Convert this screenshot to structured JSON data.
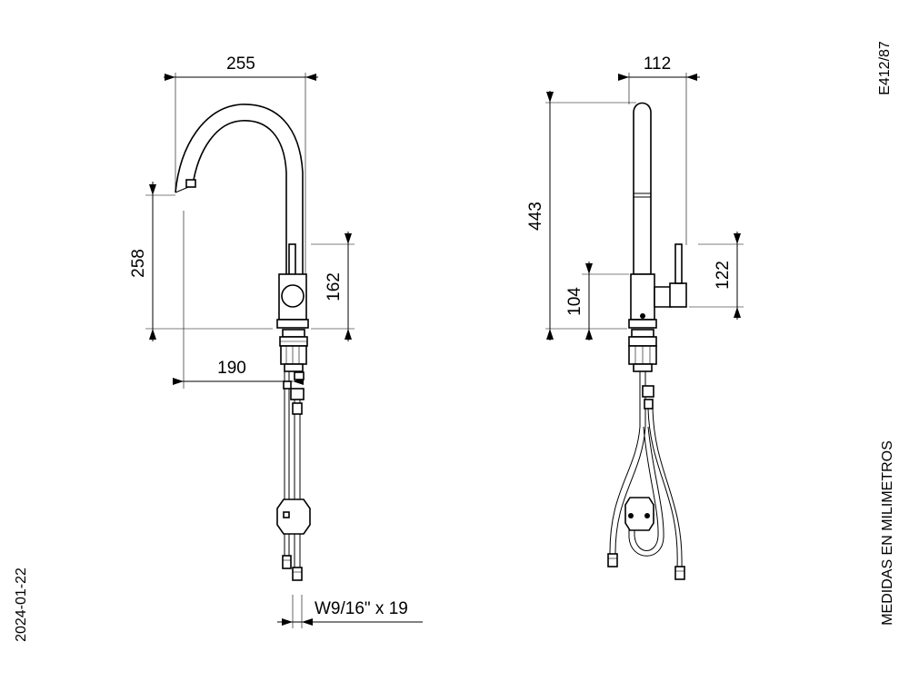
{
  "drawing": {
    "code": "E412/87",
    "date": "2024-01-22",
    "units_note": "MEDIDAS EN MILIMETROS",
    "connection_note": "W9/16\" x 19"
  },
  "front_view": {
    "width_overall": "255",
    "spout_height": "258",
    "handle_height": "162",
    "reach": "190"
  },
  "side_view": {
    "depth": "112",
    "total_height": "443",
    "body_height": "104",
    "lever_height": "122"
  }
}
